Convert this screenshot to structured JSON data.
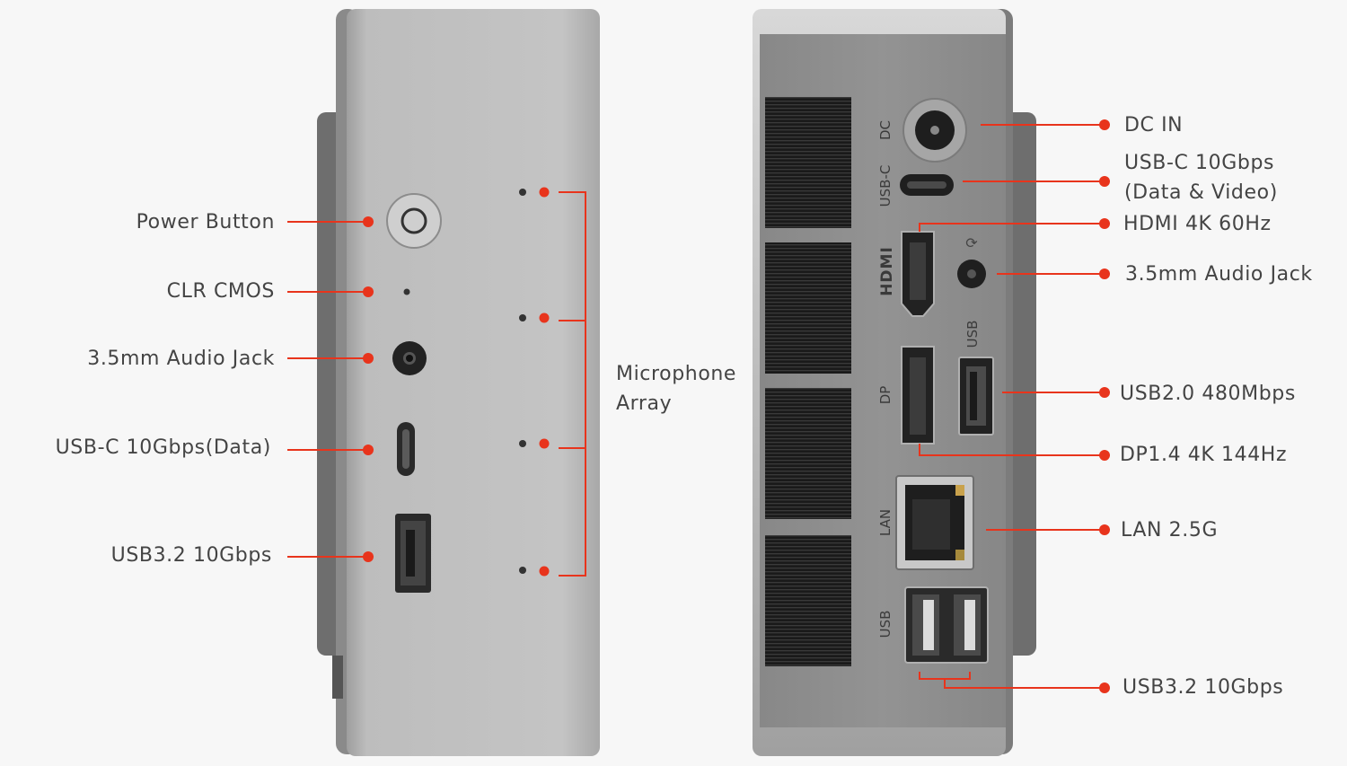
{
  "colors": {
    "accent": "#e8341c",
    "body_light": "#bdbdbd",
    "body_dark": "#707070",
    "rear_panel": "#8e8e8e",
    "vent": "#1c1c1c",
    "label_text": "#444444",
    "background": "#f7f7f7"
  },
  "front": {
    "labels": {
      "power_button": "Power Button",
      "clr_cmos": "CLR CMOS",
      "audio_jack": "3.5mm Audio Jack",
      "usb_c": "USB-C 10Gbps(Data)",
      "usb_a": "USB3.2 10Gbps"
    },
    "microphone": {
      "line1": "Microphone",
      "line2": "Array"
    }
  },
  "rear": {
    "port_marks": {
      "dc": "DC",
      "usb_c": "USB-C",
      "hdmi": "HDMI",
      "usb": "USB",
      "dp": "DP",
      "lan": "LAN",
      "usb_bottom": "USB"
    },
    "labels": {
      "dc_in": "DC IN",
      "usb_c_line1": "USB-C 10Gbps",
      "usb_c_line2": "(Data & Video)",
      "hdmi": "HDMI 4K 60Hz",
      "audio_jack": "3.5mm Audio Jack",
      "usb2": "USB2.0 480Mbps",
      "dp": "DP1.4 4K 144Hz",
      "lan": "LAN 2.5G",
      "usb3": "USB3.2 10Gbps"
    }
  }
}
